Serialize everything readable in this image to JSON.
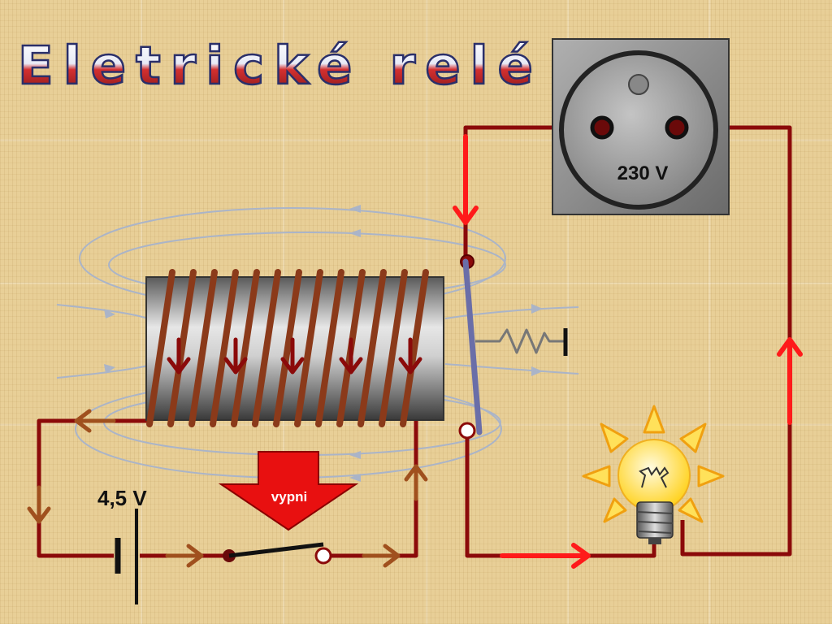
{
  "title": "Eletrické relé",
  "socket": {
    "voltage_label": "230 V"
  },
  "battery": {
    "voltage_label": "4,5 V"
  },
  "switch_arrow": {
    "label": "vypni"
  },
  "colors": {
    "wire": "#8b0a0a",
    "current_arrow": "#ff1a1a",
    "low_current_arrow": "#a0501e",
    "coil": "#8b3a1a",
    "field_lines": "#aab4c8",
    "armature": "#6a6ea8",
    "socket_plate": "#8e8e8e",
    "bulb_glow": "#ffd21e"
  },
  "icons": [
    "socket-icon",
    "bulb-icon",
    "battery-icon",
    "switch-icon",
    "spring-icon"
  ]
}
